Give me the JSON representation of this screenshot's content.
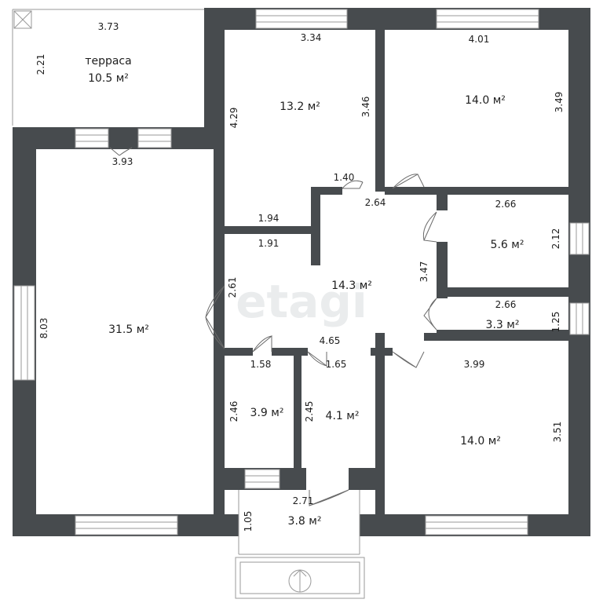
{
  "watermark": "etagi",
  "rooms": [
    {
      "id": "terrace",
      "name": "терраса",
      "area": "10.5 м²"
    },
    {
      "id": "living",
      "area": "31.5 м²"
    },
    {
      "id": "bedroom-1",
      "area": "13.2 м²"
    },
    {
      "id": "bedroom-2",
      "area": "14.0 м²"
    },
    {
      "id": "hall",
      "area": "14.3 м²"
    },
    {
      "id": "storage-1",
      "area": "5.6 м²"
    },
    {
      "id": "storage-2",
      "area": "3.3 м²"
    },
    {
      "id": "bath-1",
      "area": "3.9 м²"
    },
    {
      "id": "bath-2",
      "area": "4.1 м²"
    },
    {
      "id": "bedroom-3",
      "area": "14.0 м²"
    },
    {
      "id": "vestibule",
      "area": "3.8 м²"
    }
  ],
  "dimensions": [
    "3.73",
    "2.21",
    "3.34",
    "4.29",
    "3.46",
    "4.01",
    "3.49",
    "3.93",
    "1.40",
    "2.64",
    "1.94",
    "1.91",
    "2.66",
    "2.12",
    "8.03",
    "2.61",
    "3.47",
    "2.66",
    "1.25",
    "4.65",
    "1.58",
    "1.65",
    "3.99",
    "2.46",
    "2.45",
    "3.51",
    "2.71",
    "1.05"
  ]
}
